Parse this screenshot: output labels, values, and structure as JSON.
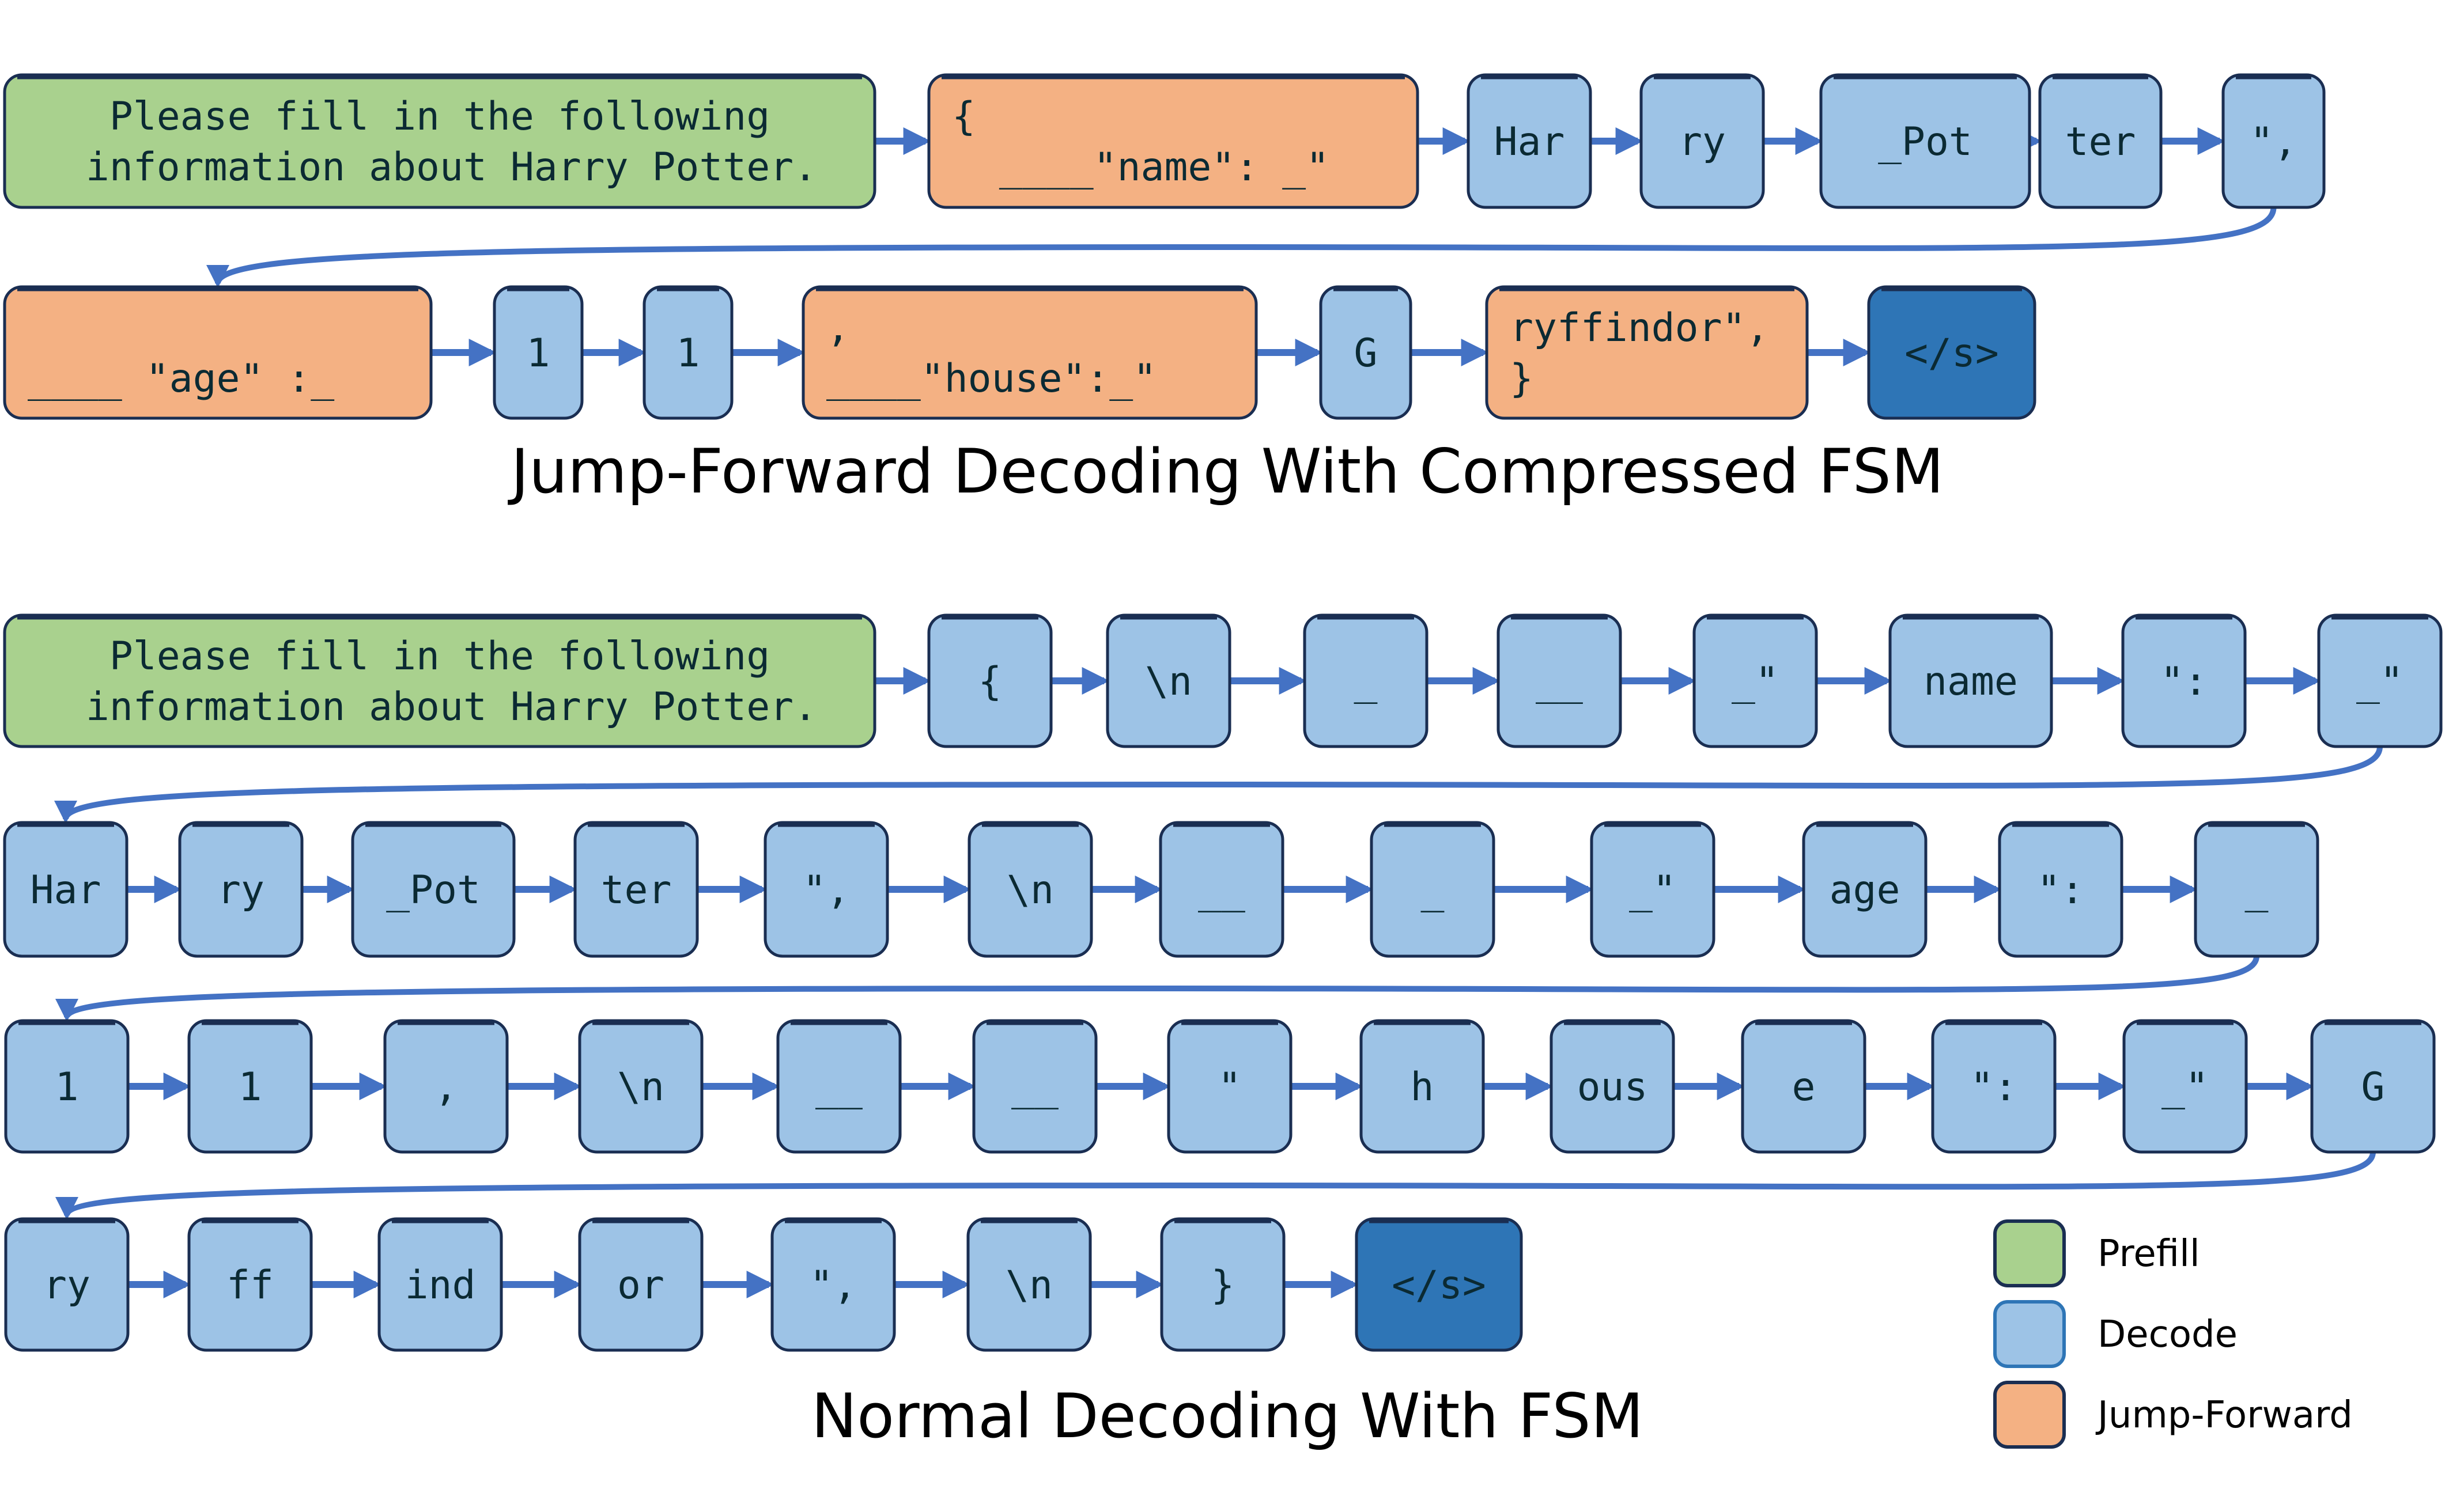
{
  "colors": {
    "prefill": "#a9d18e",
    "decode": "#9dc3e6",
    "jump_forward": "#f4b183",
    "eos": "#2e75b6",
    "box_border": "#1a2e52",
    "arrow": "#4472c4",
    "legend_decode_border": "#2e75b6"
  },
  "sections": [
    {
      "id": "jump-forward",
      "title": "Jump-Forward Decoding With Compressed FSM",
      "rows": [
        [
          {
            "type": "prefill",
            "lines": [
              "Please fill in the following",
              " information about Harry Potter."
            ]
          },
          {
            "type": "jump_forward",
            "lines": [
              "{",
              "  ____\"name\": _\""
            ]
          },
          {
            "type": "decode",
            "lines": [
              "Har"
            ]
          },
          {
            "type": "decode",
            "lines": [
              "ry"
            ]
          },
          {
            "type": "decode",
            "lines": [
              "_Pot"
            ]
          },
          {
            "type": "decode",
            "lines": [
              "ter"
            ]
          },
          {
            "type": "decode",
            "lines": [
              "\","
            ]
          }
        ],
        [
          {
            "type": "jump_forward",
            "lines": [
              "",
              "____ \"age\" :_"
            ]
          },
          {
            "type": "decode",
            "lines": [
              "1"
            ]
          },
          {
            "type": "decode",
            "lines": [
              "1"
            ]
          },
          {
            "type": "jump_forward",
            "lines": [
              ",",
              "____\"house\":_\""
            ]
          },
          {
            "type": "decode",
            "lines": [
              "G"
            ]
          },
          {
            "type": "jump_forward",
            "lines": [
              "ryffindor\",",
              "}"
            ]
          },
          {
            "type": "eos",
            "lines": [
              "</s>"
            ]
          }
        ]
      ]
    },
    {
      "id": "normal",
      "title": "Normal Decoding With FSM",
      "rows": [
        [
          {
            "type": "prefill",
            "lines": [
              "Please fill in the following",
              " information about Harry Potter."
            ]
          },
          {
            "type": "decode",
            "lines": [
              "{"
            ]
          },
          {
            "type": "decode",
            "lines": [
              "\\n"
            ]
          },
          {
            "type": "decode",
            "lines": [
              "_"
            ]
          },
          {
            "type": "decode",
            "lines": [
              "__"
            ]
          },
          {
            "type": "decode",
            "lines": [
              "_\""
            ]
          },
          {
            "type": "decode",
            "lines": [
              "name"
            ]
          },
          {
            "type": "decode",
            "lines": [
              "\":"
            ]
          },
          {
            "type": "decode",
            "lines": [
              "_\""
            ]
          }
        ],
        [
          {
            "type": "decode",
            "lines": [
              "Har"
            ]
          },
          {
            "type": "decode",
            "lines": [
              "ry"
            ]
          },
          {
            "type": "decode",
            "lines": [
              "_Pot"
            ]
          },
          {
            "type": "decode",
            "lines": [
              "ter"
            ]
          },
          {
            "type": "decode",
            "lines": [
              "\","
            ]
          },
          {
            "type": "decode",
            "lines": [
              "\\n"
            ]
          },
          {
            "type": "decode",
            "lines": [
              "__"
            ]
          },
          {
            "type": "decode",
            "lines": [
              "_"
            ]
          },
          {
            "type": "decode",
            "lines": [
              "_\""
            ]
          },
          {
            "type": "decode",
            "lines": [
              "age"
            ]
          },
          {
            "type": "decode",
            "lines": [
              "\":"
            ]
          },
          {
            "type": "decode",
            "lines": [
              "_"
            ]
          }
        ],
        [
          {
            "type": "decode",
            "lines": [
              "1"
            ]
          },
          {
            "type": "decode",
            "lines": [
              "1"
            ]
          },
          {
            "type": "decode",
            "lines": [
              ","
            ]
          },
          {
            "type": "decode",
            "lines": [
              "\\n"
            ]
          },
          {
            "type": "decode",
            "lines": [
              "__"
            ]
          },
          {
            "type": "decode",
            "lines": [
              "__"
            ]
          },
          {
            "type": "decode",
            "lines": [
              "\""
            ]
          },
          {
            "type": "decode",
            "lines": [
              "h"
            ]
          },
          {
            "type": "decode",
            "lines": [
              "ous"
            ]
          },
          {
            "type": "decode",
            "lines": [
              "e"
            ]
          },
          {
            "type": "decode",
            "lines": [
              "\":"
            ]
          },
          {
            "type": "decode",
            "lines": [
              "_\""
            ]
          },
          {
            "type": "decode",
            "lines": [
              "G"
            ]
          }
        ],
        [
          {
            "type": "decode",
            "lines": [
              "ry"
            ]
          },
          {
            "type": "decode",
            "lines": [
              "ff"
            ]
          },
          {
            "type": "decode",
            "lines": [
              "ind"
            ]
          },
          {
            "type": "decode",
            "lines": [
              "or"
            ]
          },
          {
            "type": "decode",
            "lines": [
              "\","
            ]
          },
          {
            "type": "decode",
            "lines": [
              "\\n"
            ]
          },
          {
            "type": "decode",
            "lines": [
              "}"
            ]
          },
          {
            "type": "eos",
            "lines": [
              "</s>"
            ]
          }
        ]
      ]
    }
  ],
  "legend": [
    {
      "type": "prefill",
      "label": "Prefill"
    },
    {
      "type": "decode",
      "label": "Decode"
    },
    {
      "type": "jump_forward",
      "label": "Jump-Forward"
    }
  ]
}
